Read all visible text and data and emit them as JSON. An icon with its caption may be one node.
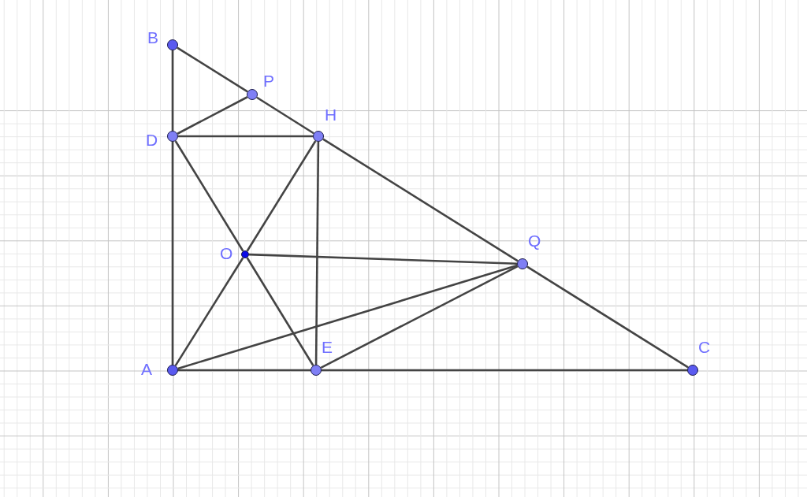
{
  "diagram": {
    "nodes": [
      {
        "text": [
          "B"
        ]
      },
      {
        "text": [
          "P"
        ]
      },
      {
        "text": [
          "H"
        ]
      },
      {
        "text": [
          "D"
        ]
      },
      {
        "text": [
          "O"
        ]
      },
      {
        "text": [
          "Q"
        ]
      },
      {
        "text": [
          "A"
        ]
      },
      {
        "text": [
          "E"
        ]
      },
      {
        "text": [
          "C"
        ]
      }
    ],
    "edges": [
      {
        "from": 0,
        "to": 1,
        "arrow": "none"
      },
      {
        "from": 1,
        "to": 2,
        "arrow": "none"
      },
      {
        "from": 2,
        "to": 5,
        "arrow": "none"
      },
      {
        "from": 5,
        "to": 8,
        "arrow": "none"
      },
      {
        "from": 0,
        "to": 3,
        "arrow": "none"
      },
      {
        "from": 3,
        "to": 6,
        "arrow": "none"
      },
      {
        "from": 3,
        "to": 1,
        "arrow": "none"
      },
      {
        "from": 3,
        "to": 2,
        "arrow": "none"
      },
      {
        "from": 3,
        "to": 4,
        "arrow": "none"
      },
      {
        "from": 4,
        "to": 7,
        "arrow": "none"
      },
      {
        "from": 2,
        "to": 4,
        "arrow": "none"
      },
      {
        "from": 4,
        "to": 6,
        "arrow": "none"
      },
      {
        "from": 2,
        "to": 7,
        "arrow": "none"
      },
      {
        "from": 4,
        "to": 5,
        "arrow": "none"
      },
      {
        "from": 6,
        "to": 5,
        "arrow": "none"
      },
      {
        "from": 7,
        "to": 5,
        "arrow": "none"
      },
      {
        "from": 6,
        "to": 7,
        "arrow": "none"
      },
      {
        "from": 7,
        "to": 8,
        "arrow": "none"
      }
    ]
  }
}
